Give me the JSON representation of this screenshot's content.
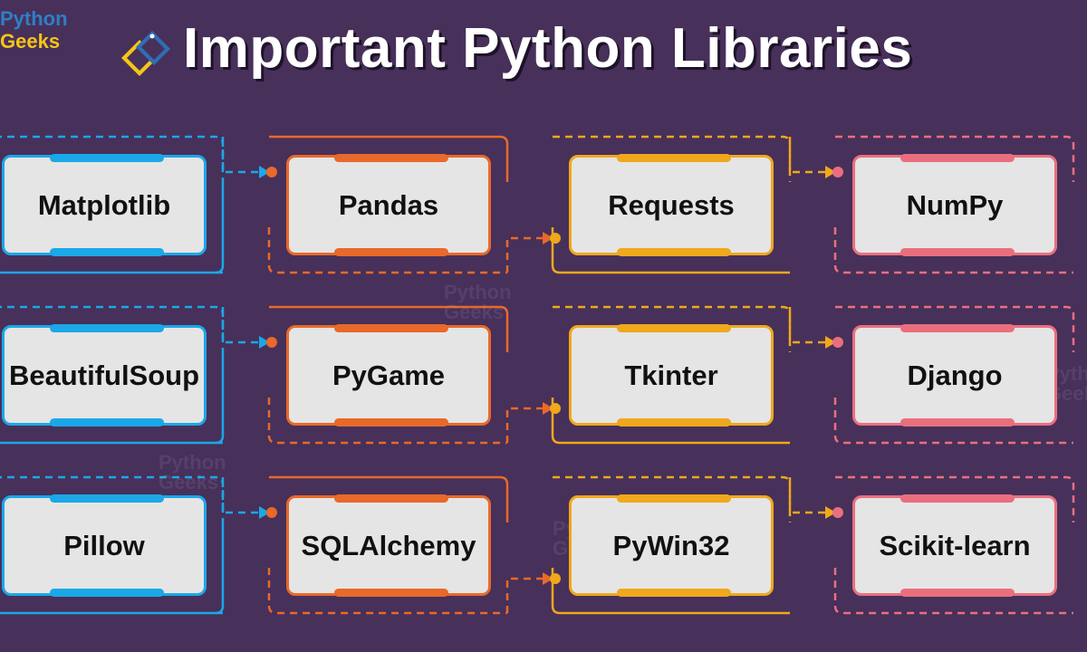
{
  "brand": {
    "line1": "Python",
    "line2": "Geeks"
  },
  "title": "Important Python Libraries",
  "colors": {
    "background": "#47305a",
    "col1": "#1aa8e8",
    "col2": "#e8692a",
    "col3": "#f0a81c",
    "col4": "#ea6f7e",
    "card": "#e5e5e5"
  },
  "grid": [
    [
      "Matplotlib",
      "Pandas",
      "Requests",
      "NumPy"
    ],
    [
      "BeautifulSoup",
      "PyGame",
      "Tkinter",
      "Django"
    ],
    [
      "Pillow",
      "SQLAlchemy",
      "PyWin32",
      "Scikit-learn"
    ]
  ]
}
